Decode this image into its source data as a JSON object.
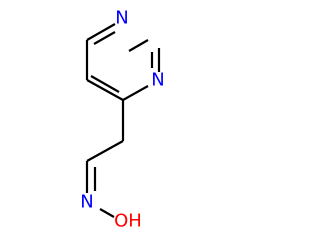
{
  "structure": {
    "atoms": [
      {
        "id": "n1",
        "element": "N",
        "label": "N",
        "color": "#0000ff"
      },
      {
        "id": "n3",
        "element": "N",
        "label": "N",
        "color": "#0000ff"
      },
      {
        "id": "o1",
        "element": "O",
        "label": "OH",
        "color": "#ff0000"
      },
      {
        "id": "n_oxime",
        "element": "N",
        "label": "N",
        "color": "#0000ff"
      },
      {
        "id": "c2",
        "element": "C"
      },
      {
        "id": "c4",
        "element": "C"
      },
      {
        "id": "c5",
        "element": "C"
      },
      {
        "id": "c6",
        "element": "C"
      },
      {
        "id": "ch2",
        "element": "C"
      },
      {
        "id": "ch_oxime",
        "element": "C"
      }
    ],
    "bonds": [
      {
        "from": "n1",
        "to": "c2",
        "order": 1
      },
      {
        "from": "c2",
        "to": "n3",
        "order": 2
      },
      {
        "from": "n3",
        "to": "c4",
        "order": 1
      },
      {
        "from": "c4",
        "to": "c5",
        "order": 2
      },
      {
        "from": "c5",
        "to": "c6",
        "order": 1
      },
      {
        "from": "c6",
        "to": "n1",
        "order": 2
      },
      {
        "from": "c4",
        "to": "ch2",
        "order": 1
      },
      {
        "from": "ch2",
        "to": "ch_oxime",
        "order": 1
      },
      {
        "from": "ch_oxime",
        "to": "n_oxime",
        "order": 2
      },
      {
        "from": "n_oxime",
        "to": "o1",
        "order": 1
      }
    ],
    "colors": {
      "bond": "#000000",
      "nitrogen": "#0000ff",
      "oxygen": "#ff0000"
    }
  }
}
